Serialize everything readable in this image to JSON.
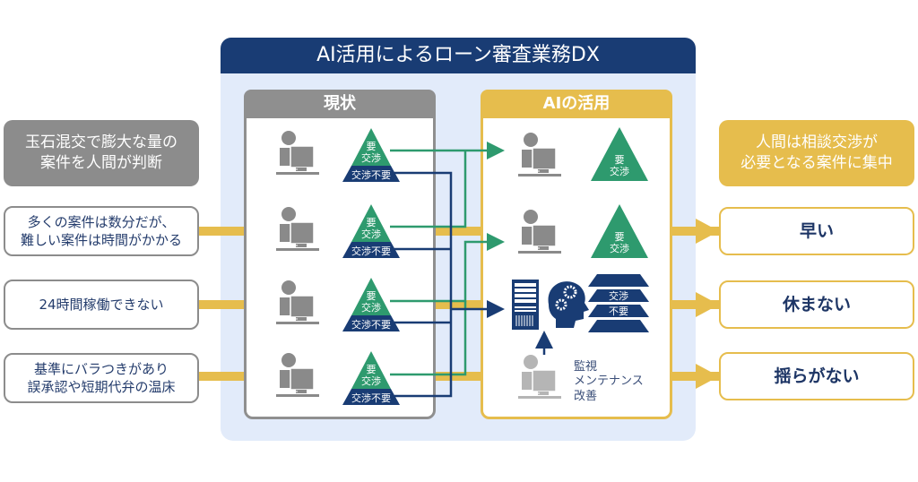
{
  "title": "AI活用によるローン審査業務DX",
  "columns": {
    "current": {
      "label": "現状"
    },
    "ai": {
      "label": "AIの活用"
    }
  },
  "left": {
    "header": [
      "玉石混交で膨大な量の",
      "案件を人間が判断"
    ],
    "problems": [
      {
        "lines": [
          "多くの案件は数分だが、",
          "難しい案件は時間がかかる"
        ]
      },
      {
        "lines": [
          "24時間稼働できない"
        ]
      },
      {
        "lines": [
          "基準にバラつきがあり",
          "誤承認や短期代弁の温床"
        ]
      }
    ]
  },
  "right": {
    "header": [
      "人間は相談交渉が",
      "必要となる案件に集中"
    ],
    "benefits": [
      {
        "label": "早い"
      },
      {
        "label": "休まない"
      },
      {
        "label": "揺らがない"
      }
    ]
  },
  "current_rows": [
    {
      "top_label": [
        "要",
        "交渉"
      ],
      "bottom_label": "交渉不要"
    },
    {
      "top_label": [
        "要",
        "交渉"
      ],
      "bottom_label": "交渉不要"
    },
    {
      "top_label": [
        "要",
        "交渉"
      ],
      "bottom_label": "交渉不要"
    },
    {
      "top_label": [
        "要",
        "交渉"
      ],
      "bottom_label": "交渉不要"
    }
  ],
  "ai_rows": [
    {
      "label": [
        "要",
        "交渉"
      ]
    },
    {
      "label": [
        "要",
        "交渉"
      ]
    }
  ],
  "ai_stack": {
    "label": [
      "交渉",
      "不要"
    ]
  },
  "maintenance": {
    "lines": [
      "監視",
      "メンテナンス",
      "改善"
    ]
  },
  "icons": {
    "worker": "person-at-computer-icon",
    "server": "server-rack-icon",
    "ai": "head-gears-icon"
  },
  "colors": {
    "navy": "#193c74",
    "green": "#2e9a6e",
    "gold": "#e6bd4d",
    "gray": "#8c8c8c",
    "panel": "#e2ebfa"
  }
}
